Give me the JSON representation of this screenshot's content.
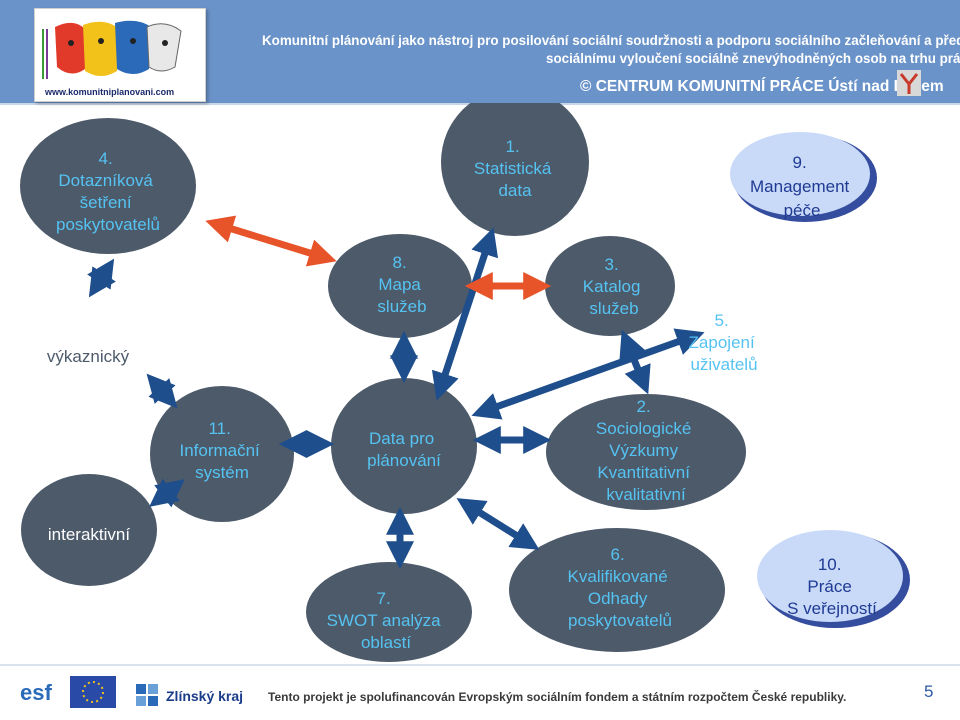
{
  "header": {
    "line1": "Komunitní plánování jako nástroj pro posilování sociální soudržnosti a podporu sociálního začleňování a předcházení",
    "line2": "sociálnímu vyloučení sociálně znevýhodněných osob na trhu práce",
    "line3": "© CENTRUM KOMUNITNÍ PRÁCE Ústí nad Labem",
    "logo_url": "www.komunitniplanovani.com"
  },
  "nodes": {
    "dotaznikova": [
      "4.",
      "Dotazníková",
      "šetření",
      "poskytovatelů"
    ],
    "statisticka": [
      "1.",
      "Statistická",
      "data"
    ],
    "management": [
      "9.",
      "Management",
      "péče"
    ],
    "mapa": [
      "8.",
      "Mapa",
      "služeb"
    ],
    "katalog": [
      "3.",
      "Katalog",
      "služeb"
    ],
    "zapojeni": [
      "5.",
      "Zapojení",
      "uživatelů"
    ],
    "vykaznicky": "výkaznický",
    "informacni": [
      "11.",
      "Informační",
      "systém"
    ],
    "data_planovani": [
      "Data pro",
      "plánování"
    ],
    "sociologicke": [
      "2.",
      "Sociologické",
      "Výzkumy",
      "Kvantitativní",
      "kvalitativní"
    ],
    "interaktivni": "interaktivní",
    "swot": [
      "7.",
      "SWOT analýza",
      "oblastí"
    ],
    "kvalifikovane": [
      "6.",
      "Kvalifikované",
      "Odhady",
      "poskytovatelů"
    ],
    "prace": [
      "10.",
      "Práce",
      "S veřejností"
    ]
  },
  "footer": {
    "zk_label": "Zlínský kraj",
    "text": "Tento projekt je spolufinancován Evropským sociálním fondem a státním rozpočtem České republiky.",
    "page": "5"
  },
  "colors": {
    "header_bg": "#6a93c9",
    "node_dark": "#4d5a6a",
    "text_blue": "#55c3f2",
    "arrow_blue": "#1f4e8c",
    "arrow_red": "#e8542a",
    "box_light": "#c9daf8",
    "box_text": "#1f3a93"
  }
}
